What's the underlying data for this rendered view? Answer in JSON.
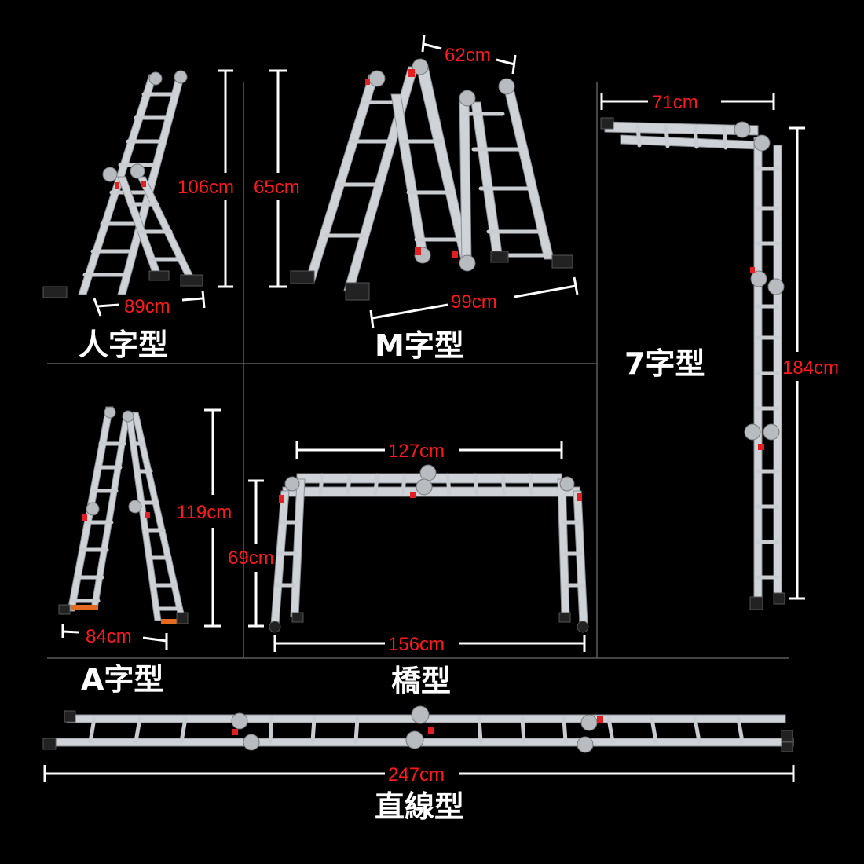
{
  "forms": [
    {
      "id": "jin",
      "label": "人字型",
      "dims": [
        "106cm",
        "89cm"
      ]
    },
    {
      "id": "m",
      "label": "M字型",
      "dims": [
        "62cm",
        "65cm",
        "99cm"
      ]
    },
    {
      "id": "seven",
      "label": "7字型",
      "dims": [
        "71cm",
        "184cm"
      ]
    },
    {
      "id": "a",
      "label": "A字型",
      "dims": [
        "119cm",
        "84cm"
      ]
    },
    {
      "id": "bridge",
      "label": "橋型",
      "dims": [
        "127cm",
        "69cm",
        "156cm"
      ]
    },
    {
      "id": "straight",
      "label": "直線型",
      "dims": [
        "247cm"
      ]
    }
  ]
}
